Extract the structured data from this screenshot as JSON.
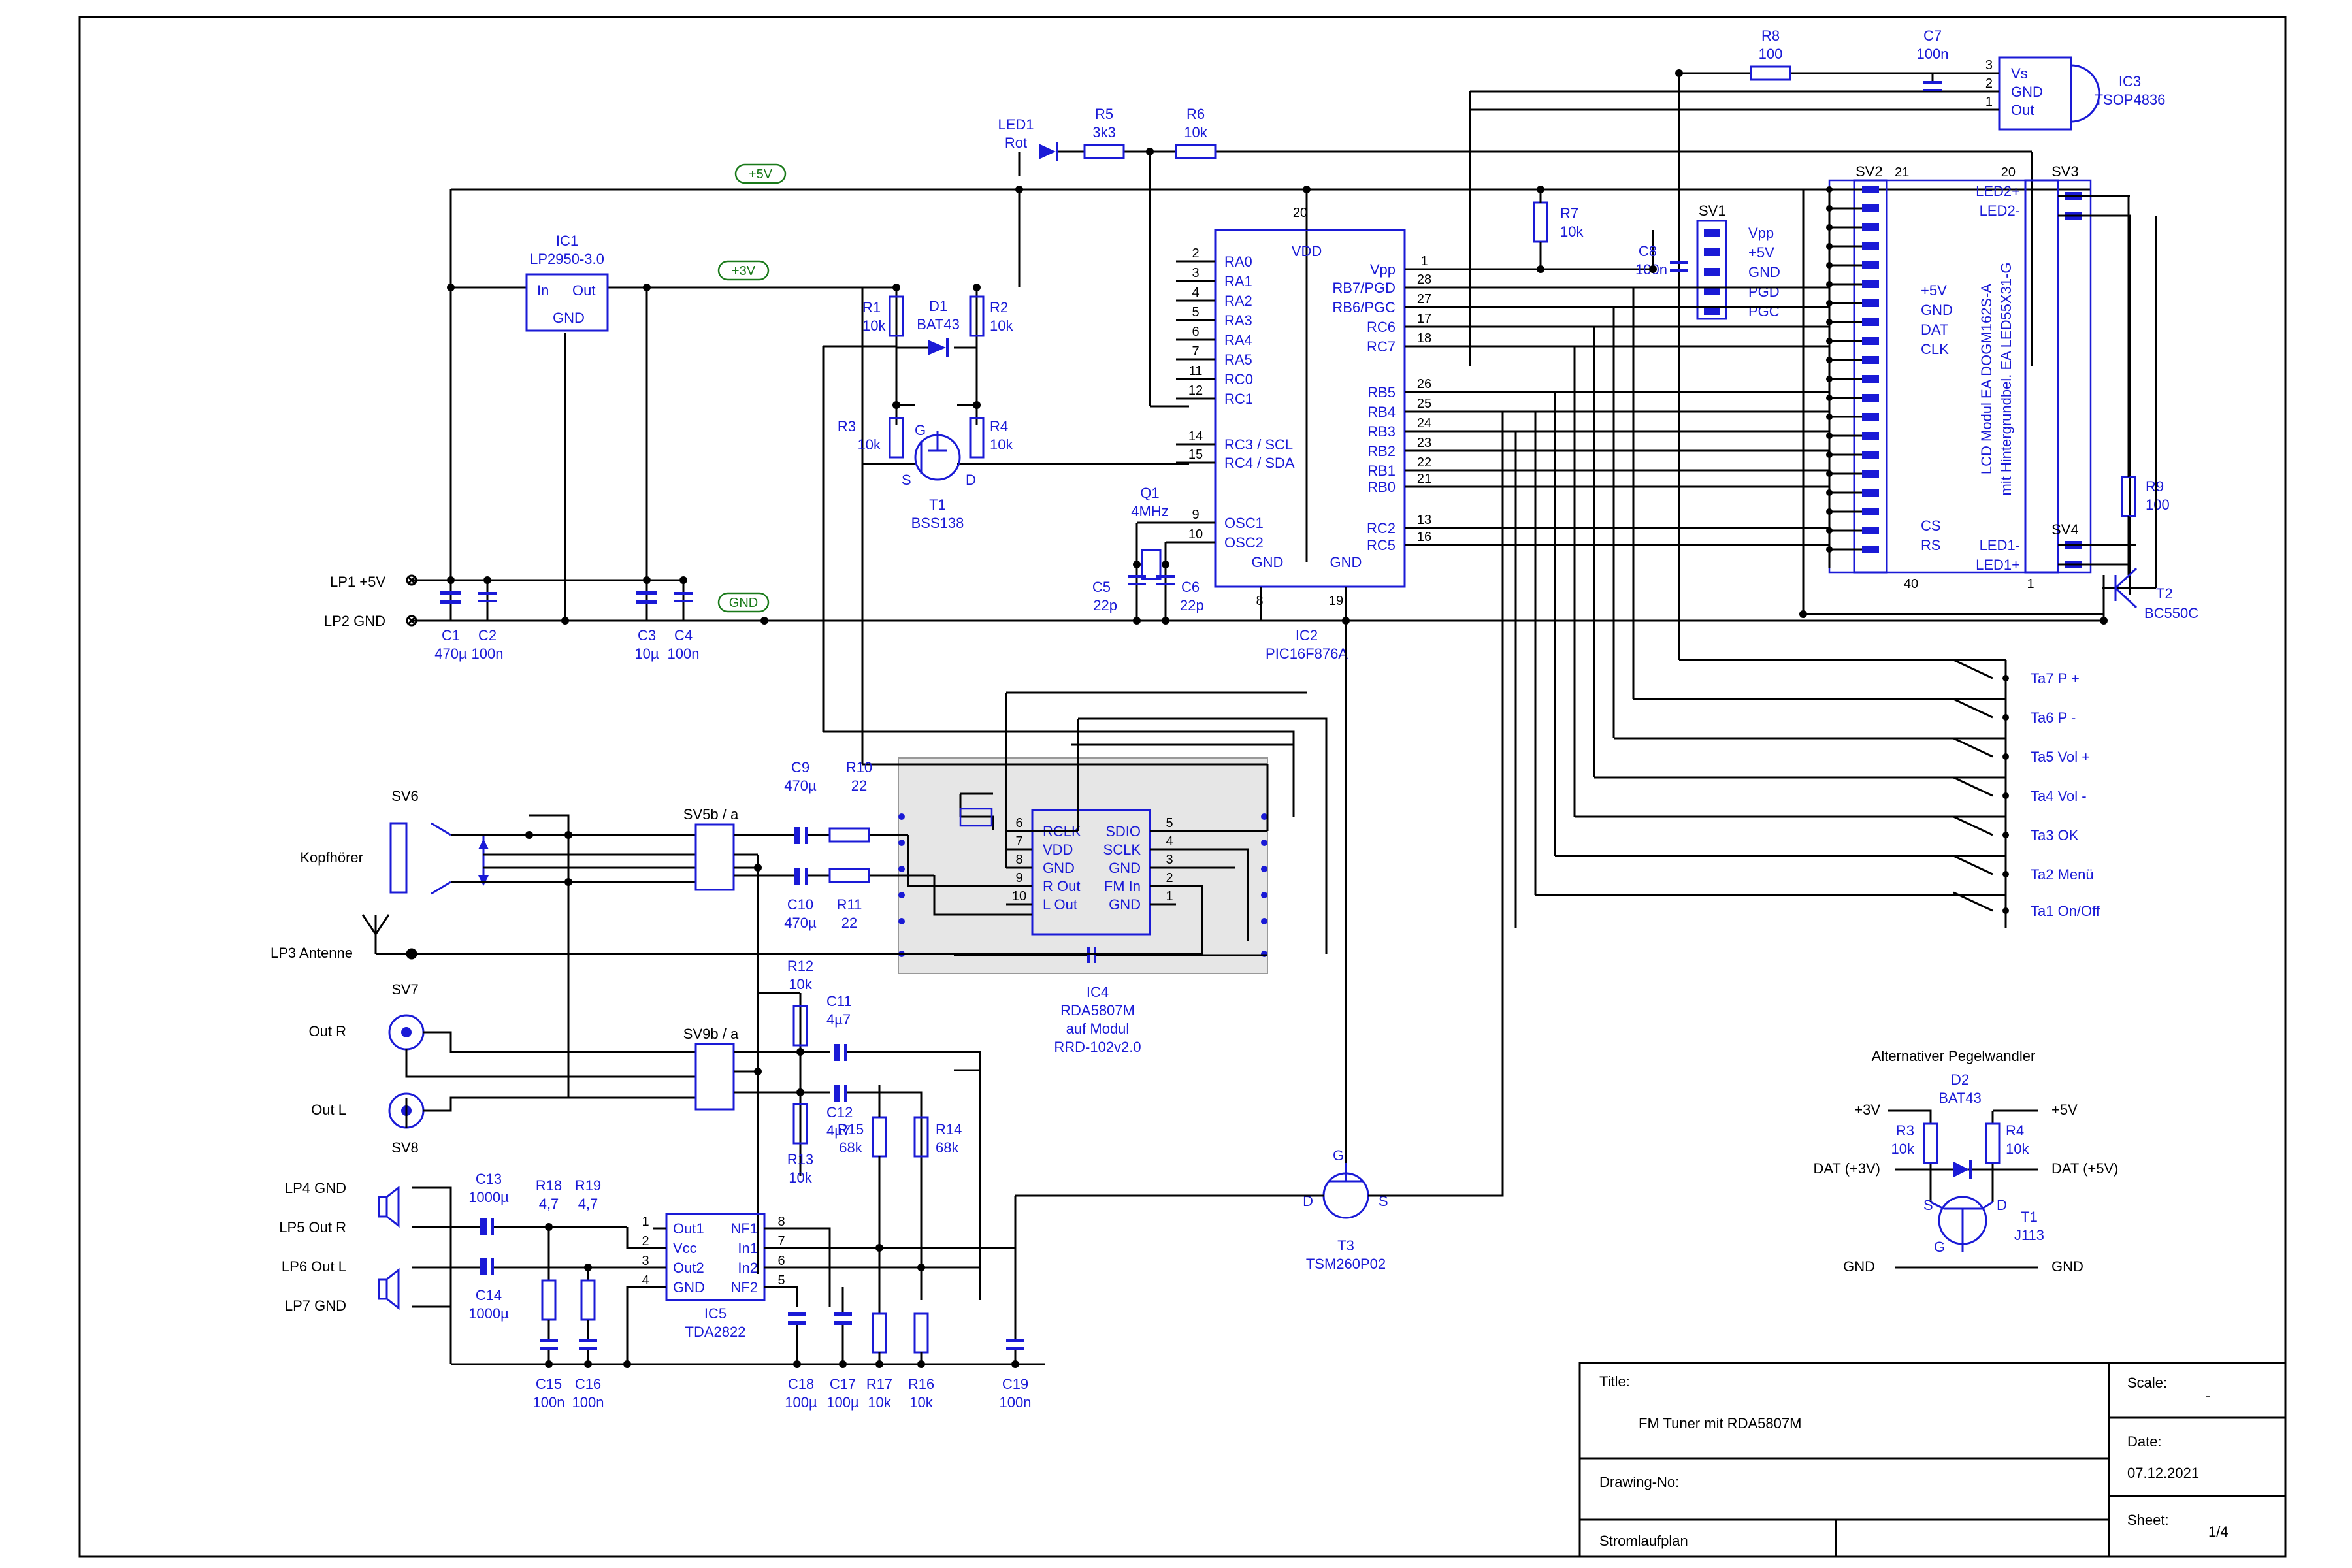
{
  "title_block": {
    "title_label": "Title:",
    "title": "FM Tuner mit RDA5807M",
    "scale_label": "Scale:",
    "scale": "-",
    "date_label": "Date:",
    "date": "07.12.2021",
    "drawing_no_label": "Drawing-No:",
    "sheet_label": "Sheet:",
    "sheet": "1/4",
    "type": "Stromlaufplan"
  },
  "nets": {
    "p5v": "+5V",
    "p3v": "+3V",
    "gnd": "GND"
  },
  "connectors": {
    "lp1": "LP1 +5V",
    "lp2": "LP2 GND",
    "lp3": "LP3 Antenne",
    "lp4": "LP4 GND",
    "lp5": "LP5 Out R",
    "lp6": "LP6 Out L",
    "lp7": "LP7 GND",
    "sv6": "SV6",
    "kopfhoerer": "Kopfhörer",
    "sv7": "SV7",
    "out_r": "Out R",
    "sv8": "SV8",
    "out_l": "Out L",
    "sv5": "SV5b / a",
    "sv9": "SV9b / a",
    "sv1": "SV1",
    "sv2": "SV2",
    "sv3": "SV3",
    "sv4": "SV4"
  },
  "ic1": {
    "name": "IC1",
    "value": "LP2950-3.0",
    "pins": [
      "In",
      "Out",
      "GND"
    ]
  },
  "ic2": {
    "name": "IC2",
    "value": "PIC16F876A",
    "vdd": "VDD",
    "vdd_pin": "20",
    "left_pins": [
      {
        "num": "2",
        "name": "RA0"
      },
      {
        "num": "3",
        "name": "RA1"
      },
      {
        "num": "4",
        "name": "RA2"
      },
      {
        "num": "5",
        "name": "RA3"
      },
      {
        "num": "6",
        "name": "RA4"
      },
      {
        "num": "7",
        "name": "RA5"
      },
      {
        "num": "11",
        "name": "RC0"
      },
      {
        "num": "12",
        "name": "RC1"
      },
      {
        "num": "14",
        "name": "RC3 / SCL"
      },
      {
        "num": "15",
        "name": "RC4 / SDA"
      },
      {
        "num": "9",
        "name": "OSC1"
      },
      {
        "num": "10",
        "name": "OSC2"
      }
    ],
    "right_pins": [
      {
        "num": "1",
        "name": "Vpp"
      },
      {
        "num": "28",
        "name": "RB7/PGD"
      },
      {
        "num": "27",
        "name": "RB6/PGC"
      },
      {
        "num": "17",
        "name": "RC6"
      },
      {
        "num": "18",
        "name": "RC7"
      },
      {
        "num": "26",
        "name": "RB5"
      },
      {
        "num": "25",
        "name": "RB4"
      },
      {
        "num": "24",
        "name": "RB3"
      },
      {
        "num": "23",
        "name": "RB2"
      },
      {
        "num": "22",
        "name": "RB1"
      },
      {
        "num": "21",
        "name": "RB0"
      },
      {
        "num": "13",
        "name": "RC2"
      },
      {
        "num": "16",
        "name": "RC5"
      }
    ],
    "gnd1": "GND",
    "gnd2": "GND",
    "gnd1_pin": "8",
    "gnd2_pin": "19"
  },
  "ic3": {
    "name": "IC3",
    "value": "TSOP4836",
    "pins": [
      "Vs",
      "GND",
      "Out"
    ],
    "pin_nums": [
      "3",
      "2",
      "1"
    ]
  },
  "ic4": {
    "name": "IC4",
    "value": "RDA5807M",
    "line2": "auf Modul",
    "line3": "RRD-102v2.0",
    "left_pins": [
      {
        "num": "6",
        "name": "RCLK"
      },
      {
        "num": "7",
        "name": "VDD"
      },
      {
        "num": "8",
        "name": "GND"
      },
      {
        "num": "9",
        "name": "R Out"
      },
      {
        "num": "10",
        "name": "L Out"
      }
    ],
    "right_pins": [
      {
        "num": "5",
        "name": "SDIO"
      },
      {
        "num": "4",
        "name": "SCLK"
      },
      {
        "num": "3",
        "name": "GND"
      },
      {
        "num": "2",
        "name": "FM In"
      },
      {
        "num": "1",
        "name": "GND"
      }
    ]
  },
  "ic5": {
    "name": "IC5",
    "value": "TDA2822",
    "left_pins": [
      {
        "num": "1",
        "name": "Out1"
      },
      {
        "num": "2",
        "name": "Vcc"
      },
      {
        "num": "3",
        "name": "Out2"
      },
      {
        "num": "4",
        "name": "GND"
      }
    ],
    "right_pins": [
      {
        "num": "8",
        "name": "NF1"
      },
      {
        "num": "7",
        "name": "In1"
      },
      {
        "num": "6",
        "name": "In2"
      },
      {
        "num": "5",
        "name": "NF2"
      }
    ]
  },
  "lcd": {
    "line1": "LCD Modul EA DOGM162S-A",
    "line2": "mit Hintergrundbel. EA LED55X31-G",
    "pins_mid": [
      "+5V",
      "GND",
      "DAT",
      "CLK"
    ],
    "pins_low": [
      "CS",
      "RS"
    ],
    "sv2_top": "21",
    "sv2_bot": "40",
    "sv3_top": "20",
    "sv3_bot": "1",
    "sv3_pins": [
      "LED2+",
      "LED2-"
    ],
    "sv4_pins": [
      "LED1-",
      "LED1+"
    ]
  },
  "sv1_pins": [
    "Vpp",
    "+5V",
    "GND",
    "PGD",
    "PGC"
  ],
  "parts": {
    "r1": "R1",
    "r1v": "10k",
    "r2": "R2",
    "r2v": "10k",
    "r3": "R3",
    "r3v": "10k",
    "r4": "R4",
    "r4v": "10k",
    "r5": "R5",
    "r5v": "3k3",
    "r6": "R6",
    "r6v": "10k",
    "r7": "R7",
    "r7v": "10k",
    "r8": "R8",
    "r8v": "100",
    "r9": "R9",
    "r9v": "100",
    "r10": "R10",
    "r10v": "22",
    "r11": "R11",
    "r11v": "22",
    "r12": "R12",
    "r12v": "10k",
    "r13": "R13",
    "r13v": "10k",
    "r14": "R14",
    "r14v": "68k",
    "r15": "R15",
    "r15v": "68k",
    "r16": "R16",
    "r16v": "10k",
    "r17": "R17",
    "r17v": "10k",
    "r18": "R18",
    "r18v": "4,7",
    "r19": "R19",
    "r19v": "4,7",
    "c1": "C1",
    "c1v": "470µ",
    "c2": "C2",
    "c2v": "100n",
    "c3": "C3",
    "c3v": "10µ",
    "c4": "C4",
    "c4v": "100n",
    "c5": "C5",
    "c5v": "22p",
    "c6": "C6",
    "c6v": "22p",
    "c7": "C7",
    "c7v": "100n",
    "c8": "C8",
    "c8v": "100n",
    "c9": "C9",
    "c9v": "470µ",
    "c10": "C10",
    "c10v": "470µ",
    "c11": "C11",
    "c11v": "4µ7",
    "c12": "C12",
    "c12v": "4µ7",
    "c13": "C13",
    "c13v": "1000µ",
    "c14": "C14",
    "c14v": "1000µ",
    "c15": "C15",
    "c15v": "100n",
    "c16": "C16",
    "c16v": "100n",
    "c17": "C17",
    "c17v": "100µ",
    "c18": "C18",
    "c18v": "100µ",
    "c19": "C19",
    "c19v": "100n",
    "d1": "D1",
    "d1v": "BAT43",
    "led1": "LED1",
    "led1v": "Rot",
    "q1": "Q1",
    "q1v": "4MHz",
    "t1": "T1",
    "t1v": "BSS138",
    "t2": "T2",
    "t2v": "BC550C",
    "t3": "T3",
    "t3v": "TSM260P02",
    "g": "G",
    "s": "S",
    "d": "D"
  },
  "buttons": [
    "Ta7 P +",
    "Ta6 P -",
    "Ta5 Vol +",
    "Ta4 Vol -",
    "Ta3 OK",
    "Ta2 Menü",
    "Ta1 On/Off"
  ],
  "alt": {
    "title": "Alternativer Pegelwandler",
    "p3v": "+3V",
    "p5v": "+5V",
    "d2": "D2",
    "d2v": "BAT43",
    "r3": "R3",
    "r3v": "10k",
    "r4": "R4",
    "r4v": "10k",
    "dat3": "DAT (+3V)",
    "dat5": "DAT (+5V)",
    "t1": "T1",
    "t1v": "J113",
    "gnd_l": "GND",
    "gnd_r": "GND",
    "s": "S",
    "d": "D",
    "g": "G"
  }
}
